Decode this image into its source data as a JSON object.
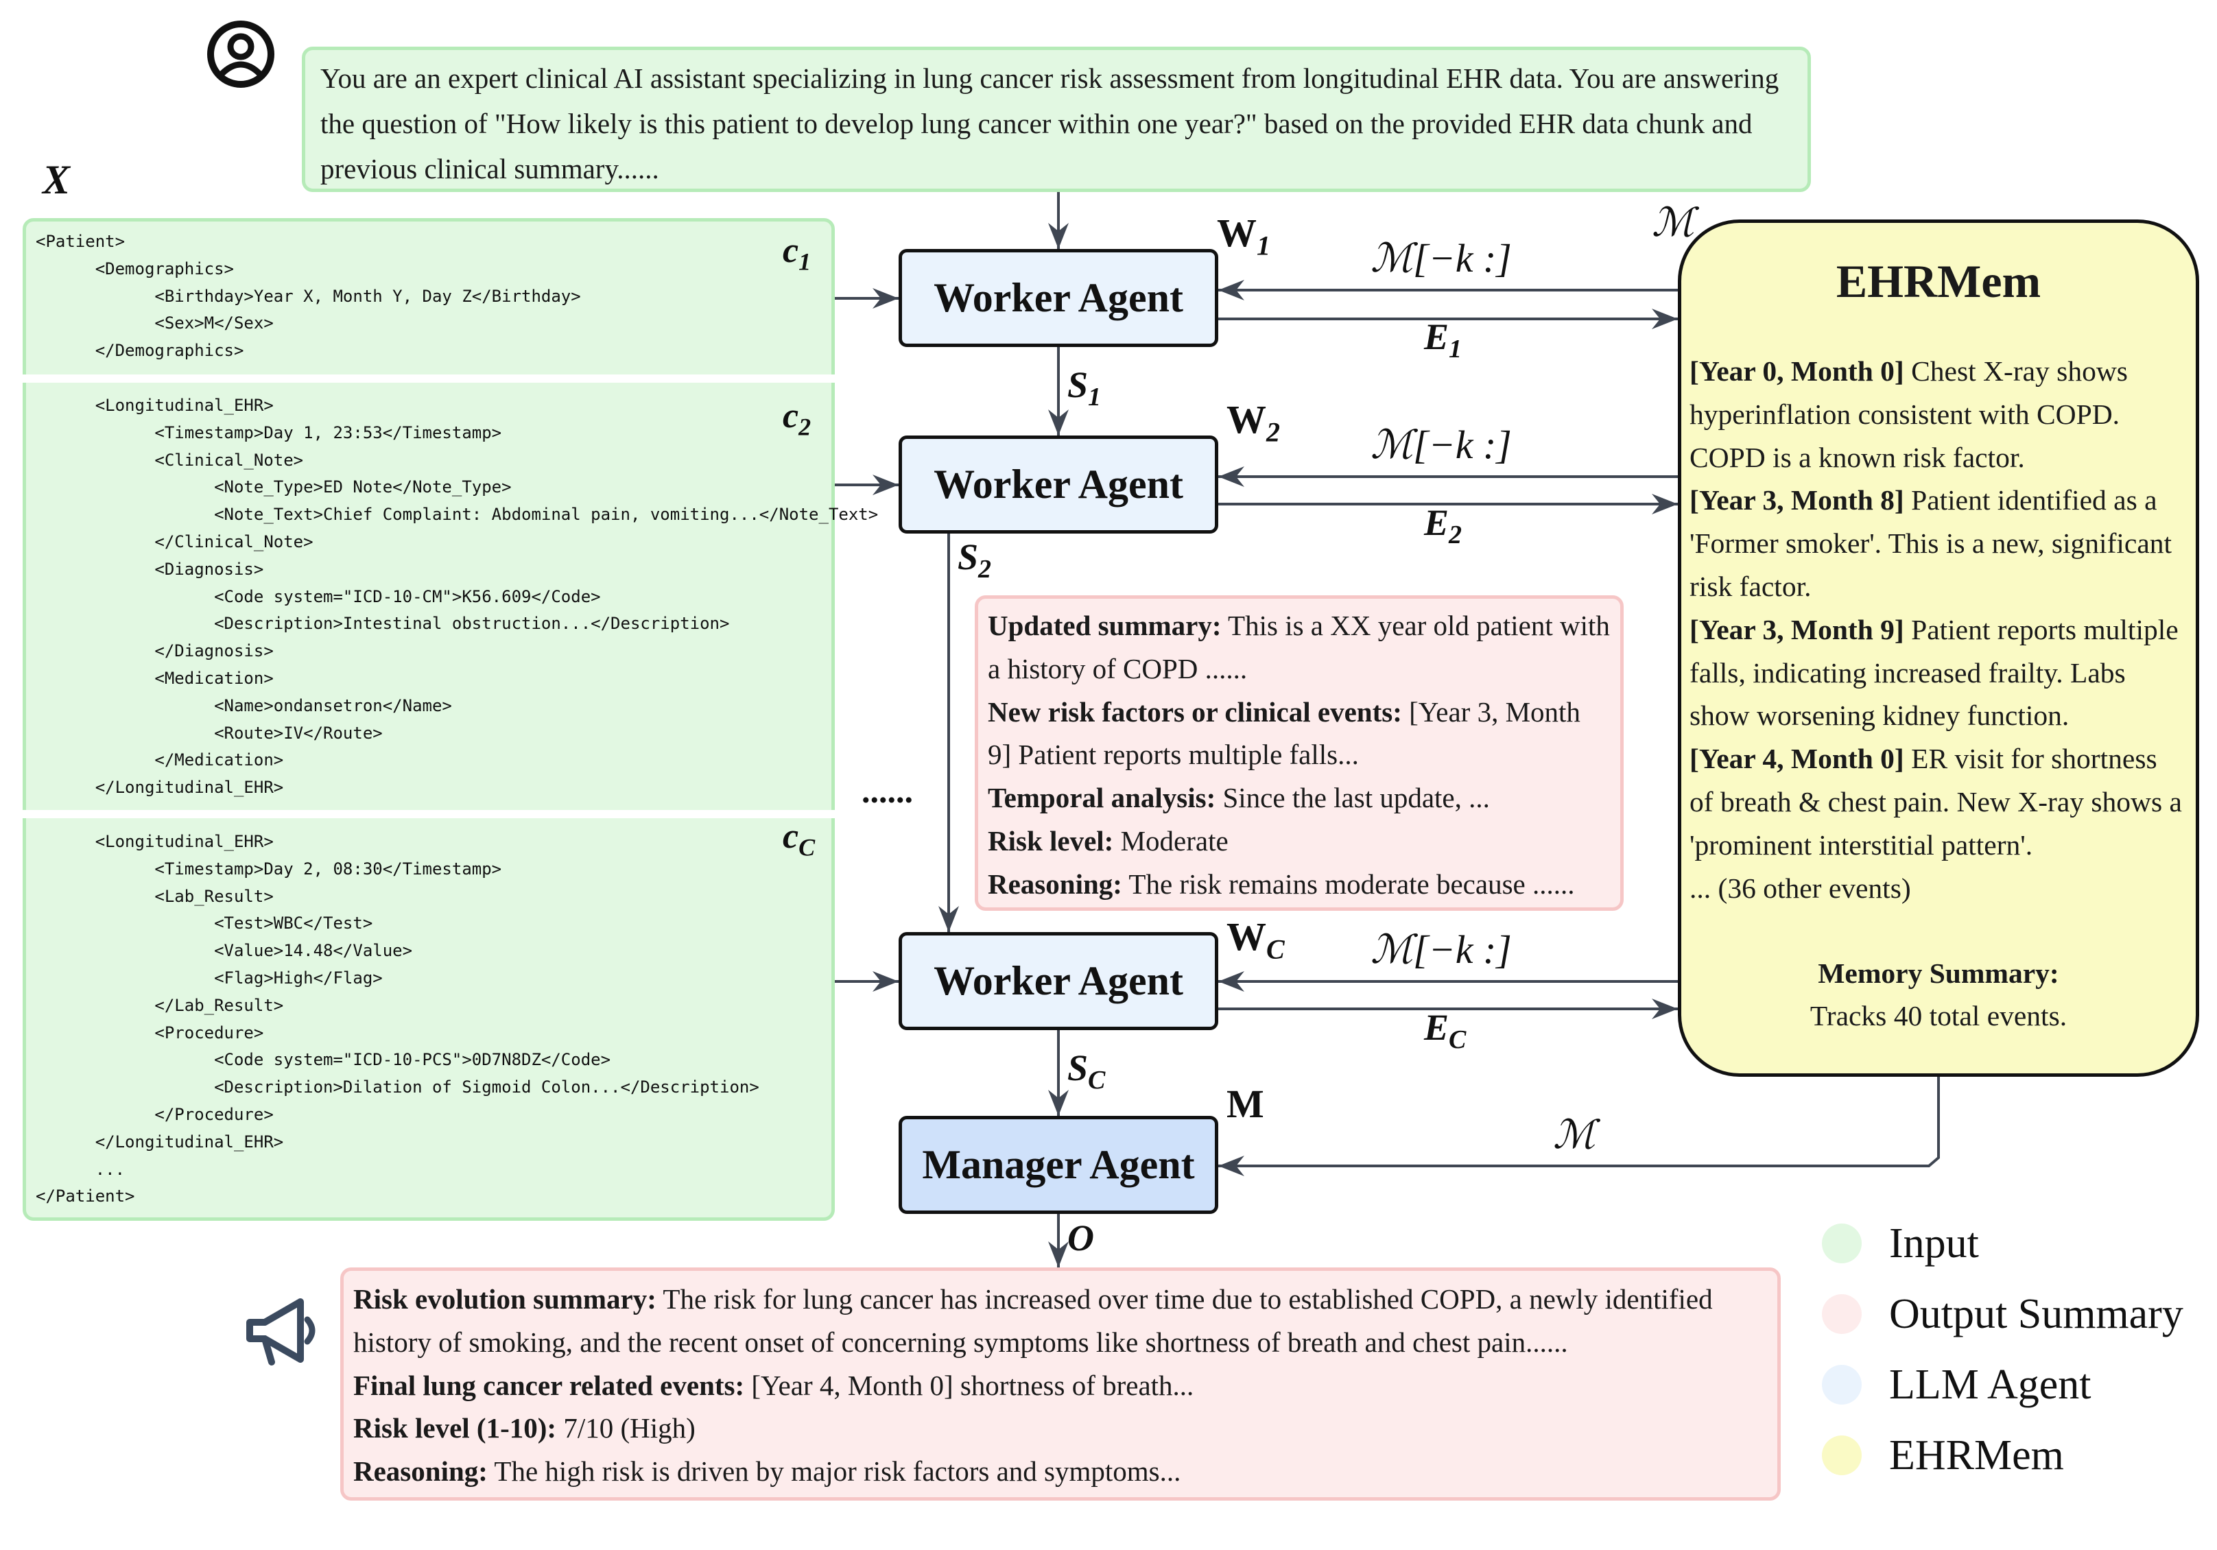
{
  "prompt_text": "You are an expert clinical AI assistant specializing in lung cancer risk assessment from longitudinal EHR data. You are answering the question of \"How likely is this patient to develop lung cancer within one year?\" based on the provided EHR data chunk and previous clinical summary......",
  "input_label": "X",
  "chunks": [
    {
      "label": "c",
      "sub": "1",
      "lines": [
        "<Patient>",
        "      <Demographics>",
        "            <Birthday>Year X, Month Y, Day Z</Birthday>",
        "            <Sex>M</Sex>",
        "      </Demographics>"
      ]
    },
    {
      "label": "c",
      "sub": "2",
      "lines": [
        "      <Longitudinal_EHR>",
        "            <Timestamp>Day 1, 23:53</Timestamp>",
        "            <Clinical_Note>",
        "                  <Note_Type>ED Note</Note_Type>",
        "                  <Note_Text>Chief Complaint: Abdominal pain, vomiting...</Note_Text>",
        "            </Clinical_Note>",
        "            <Diagnosis>",
        "                  <Code system=\"ICD-10-CM\">K56.609</Code>",
        "                  <Description>Intestinal obstruction...</Description>",
        "            </Diagnosis>",
        "            <Medication>",
        "                  <Name>ondansetron</Name>",
        "                  <Route>IV</Route>",
        "            </Medication>",
        "      </Longitudinal_EHR>"
      ]
    },
    {
      "label": "c",
      "sub": "C",
      "lines": [
        "      <Longitudinal_EHR>",
        "            <Timestamp>Day 2, 08:30</Timestamp>",
        "            <Lab_Result>",
        "                  <Test>WBC</Test>",
        "                  <Value>14.48</Value>",
        "                  <Flag>High</Flag>",
        "            </Lab_Result>",
        "            <Procedure>",
        "                  <Code system=\"ICD-10-PCS\">0D7N8DZ</Code>",
        "                  <Description>Dilation of Sigmoid Colon...</Description>",
        "            </Procedure>",
        "      </Longitudinal_EHR>",
        "      ...",
        "</Patient>"
      ]
    }
  ],
  "workers": [
    {
      "label": "Worker Agent",
      "id": "W",
      "sub": "1",
      "mem_in": "ℳ[−k :]",
      "edit": "E",
      "edit_sub": "1",
      "summary": "S",
      "summary_sub": "1"
    },
    {
      "label": "Worker Agent",
      "id": "W",
      "sub": "2",
      "mem_in": "ℳ[−k :]",
      "edit": "E",
      "edit_sub": "2",
      "summary": "S",
      "summary_sub": "2"
    },
    {
      "label": "Worker Agent",
      "id": "W",
      "sub": "C",
      "mem_in": "ℳ[−k :]",
      "edit": "E",
      "edit_sub": "C",
      "summary": "S",
      "summary_sub": "C"
    }
  ],
  "ellipsis": "......",
  "manager": {
    "label": "Manager Agent",
    "id": "M",
    "mem_in": "ℳ",
    "output": "O"
  },
  "memory_symbol": "ℳ",
  "ehrmem": {
    "title": "EHRMem",
    "events": [
      {
        "time": "[Year 0, Month 0]",
        "text": " Chest X-ray shows hyperinflation consistent with COPD. COPD is a known risk factor."
      },
      {
        "time": "[Year 3, Month 8]",
        "text": " Patient identified as a 'Former smoker'. This is a new, significant risk factor."
      },
      {
        "time": "[Year 3, Month 9]",
        "text": " Patient reports multiple falls, indicating increased frailty. Labs show worsening kidney function."
      },
      {
        "time": "[Year 4, Month 0]",
        "text": " ER visit for shortness of breath & chest pain. New X-ray shows a 'prominent interstitial pattern'."
      }
    ],
    "more": "... (36 other events)",
    "summary_title": "Memory Summary:",
    "summary_text": "Tracks 40 total events."
  },
  "updated_summary": [
    {
      "key": "Updated summary:",
      "value": " This is a XX year old patient with a history of COPD ......"
    },
    {
      "key": "New risk factors or clinical events:",
      "value": " [Year 3, Month 9] Patient reports multiple falls..."
    },
    {
      "key": "Temporal analysis:",
      "value": " Since the last update, ..."
    },
    {
      "key": "Risk level:",
      "value": " Moderate"
    },
    {
      "key": "Reasoning:",
      "value": " The risk remains moderate because ......"
    }
  ],
  "final_output": [
    {
      "key": "Risk evolution summary:",
      "value": " The risk for lung cancer has increased over time due to established COPD, a newly identified history of smoking, and the recent onset of concerning symptoms like shortness of breath and chest pain......"
    },
    {
      "key": "Final lung cancer related events:",
      "value": " [Year 4, Month 0] shortness of breath..."
    },
    {
      "key": "Risk level (1-10):",
      "value": " 7/10 (High)"
    },
    {
      "key": "Reasoning:",
      "value": " The high risk is driven by major risk factors and symptoms..."
    }
  ],
  "legend": [
    {
      "label": "Input",
      "color": "#e2f8e2"
    },
    {
      "label": "Output Summary",
      "color": "#fdecec"
    },
    {
      "label": "LLM Agent",
      "color": "#eaf3fd"
    },
    {
      "label": "EHRMem",
      "color": "#fafac5"
    }
  ],
  "colors": {
    "input": "#e2f8e2",
    "output": "#fdecec",
    "agent": "#eaf3fd",
    "manager": "#cfe1fa",
    "memory": "#fafac5",
    "arrow": "#3f4652"
  }
}
